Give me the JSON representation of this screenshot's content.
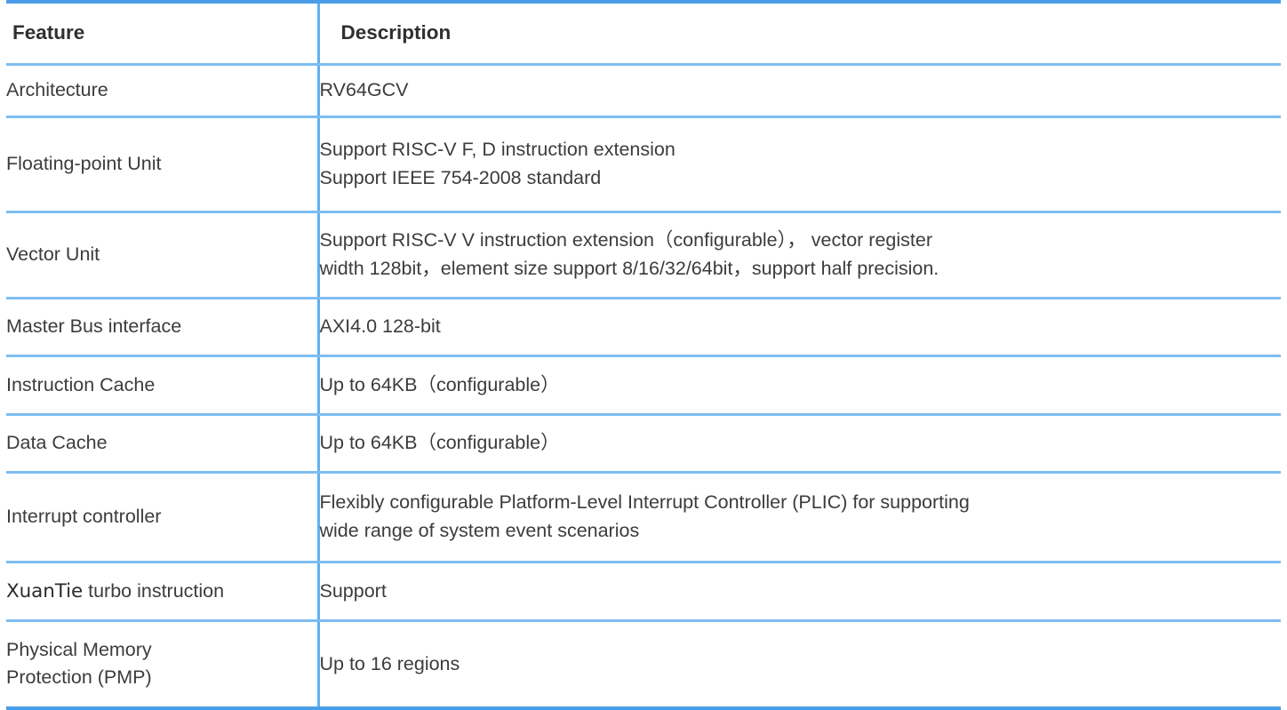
{
  "table": {
    "title": "Feature specification table",
    "colors": {
      "rule_strong": "#4a9ee8",
      "rule_light": "#7ebdf0",
      "divider": "#62b0ee",
      "text": "#3c3c3c",
      "header_text": "#2f2f2f",
      "background": "#ffffff"
    },
    "columns": [
      {
        "key": "feature",
        "header": "Feature"
      },
      {
        "key": "description",
        "header": "Description"
      }
    ],
    "rows": [
      {
        "id": "architecture",
        "feature": "Architecture",
        "feature_lines": [
          "Architecture"
        ],
        "description": "RV64GCV",
        "description_lines": [
          "RV64GCV"
        ]
      },
      {
        "id": "fpu",
        "feature": "Floating-point Unit",
        "feature_lines": [
          "Floating-point Unit"
        ],
        "description": "Support RISC-V F, D instruction extension Support IEEE 754-2008 standard",
        "description_lines": [
          "Support RISC-V F, D instruction extension",
          "Support IEEE 754-2008 standard"
        ]
      },
      {
        "id": "vector",
        "feature": "Vector Unit",
        "feature_lines": [
          "Vector Unit"
        ],
        "description": "Support RISC-V V instruction extension（configurable）， vector register width 128bit，element size support 8/16/32/64bit，support half precision.",
        "description_lines": [
          "Support RISC-V V instruction extension（configurable）， vector register",
          "width 128bit，element size support 8/16/32/64bit，support half precision."
        ]
      },
      {
        "id": "bus",
        "feature": "Master Bus interface",
        "feature_lines": [
          "Master Bus interface"
        ],
        "description": "AXI4.0 128-bit",
        "description_lines": [
          "AXI4.0 128-bit"
        ]
      },
      {
        "id": "icache",
        "feature": "Instruction Cache",
        "feature_lines": [
          "Instruction Cache"
        ],
        "description": "Up to 64KB（configurable）",
        "description_lines": [
          "Up to 64KB（configurable）"
        ]
      },
      {
        "id": "dcache",
        "feature": "Data Cache",
        "feature_lines": [
          "Data Cache"
        ],
        "description": "Up to 64KB（configurable）",
        "description_lines": [
          "Up to 64KB（configurable）"
        ]
      },
      {
        "id": "interrupt",
        "feature": "Interrupt controller",
        "feature_lines": [
          "Interrupt controller"
        ],
        "description": "Flexibly configurable Platform-Level Interrupt Controller (PLIC) for supporting wide range of system event scenarios",
        "description_lines": [
          "Flexibly configurable Platform-Level Interrupt Controller (PLIC) for supporting",
          "wide range of system event scenarios"
        ]
      },
      {
        "id": "turbo",
        "feature": "XuanTie turbo instruction",
        "feature_brand": "XuanTie",
        "feature_rest": " turbo instruction",
        "feature_lines": [
          "XuanTie turbo instruction"
        ],
        "description": "Support",
        "description_lines": [
          "Support"
        ]
      },
      {
        "id": "pmp",
        "feature": "Physical Memory Protection (PMP)",
        "feature_lines": [
          "Physical Memory",
          "Protection (PMP)"
        ],
        "description": "Up to 16 regions",
        "description_lines": [
          "Up to 16 regions"
        ]
      }
    ]
  }
}
